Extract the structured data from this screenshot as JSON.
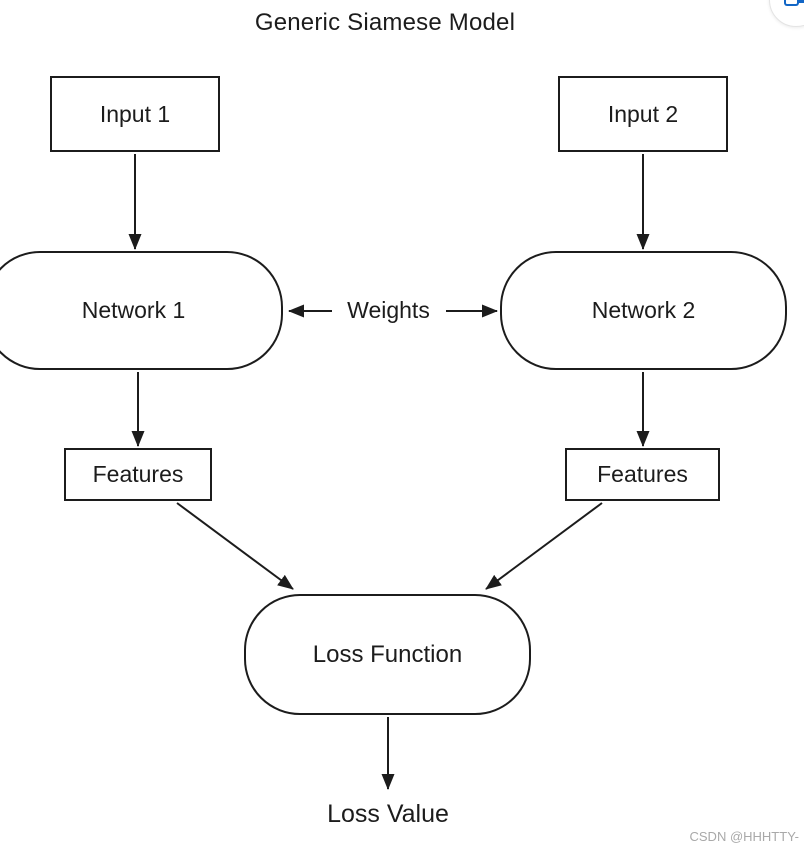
{
  "title": "Generic Siamese Model",
  "diagram": {
    "nodes": {
      "input1": {
        "label": "Input 1",
        "shape": "rect"
      },
      "input2": {
        "label": "Input 2",
        "shape": "rect"
      },
      "network1": {
        "label": "Network 1",
        "shape": "rounded"
      },
      "network2": {
        "label": "Network 2",
        "shape": "rounded"
      },
      "features1": {
        "label": "Features",
        "shape": "rect"
      },
      "features2": {
        "label": "Features",
        "shape": "rect"
      },
      "loss_function": {
        "label": "Loss Function",
        "shape": "rounded"
      },
      "loss_value": {
        "label": "Loss Value",
        "shape": "text"
      }
    },
    "edge_label": "Weights",
    "edges": [
      {
        "from": "Input 1",
        "to": "Network 1"
      },
      {
        "from": "Input 2",
        "to": "Network 2"
      },
      {
        "from": "Weights",
        "to": "Network 1"
      },
      {
        "from": "Weights",
        "to": "Network 2"
      },
      {
        "from": "Network 1",
        "to": "Features"
      },
      {
        "from": "Network 2",
        "to": "Features"
      },
      {
        "from": "Features (left)",
        "to": "Loss Function"
      },
      {
        "from": "Features (right)",
        "to": "Loss Function"
      },
      {
        "from": "Loss Function",
        "to": "Loss Value"
      }
    ]
  },
  "watermark": "CSDN @HHHTTY-",
  "colors": {
    "stroke": "#1c1c1c",
    "text": "#1c1c1c",
    "watermark": "#a9a9a9",
    "overlay_button_blue": "#1266c6"
  }
}
